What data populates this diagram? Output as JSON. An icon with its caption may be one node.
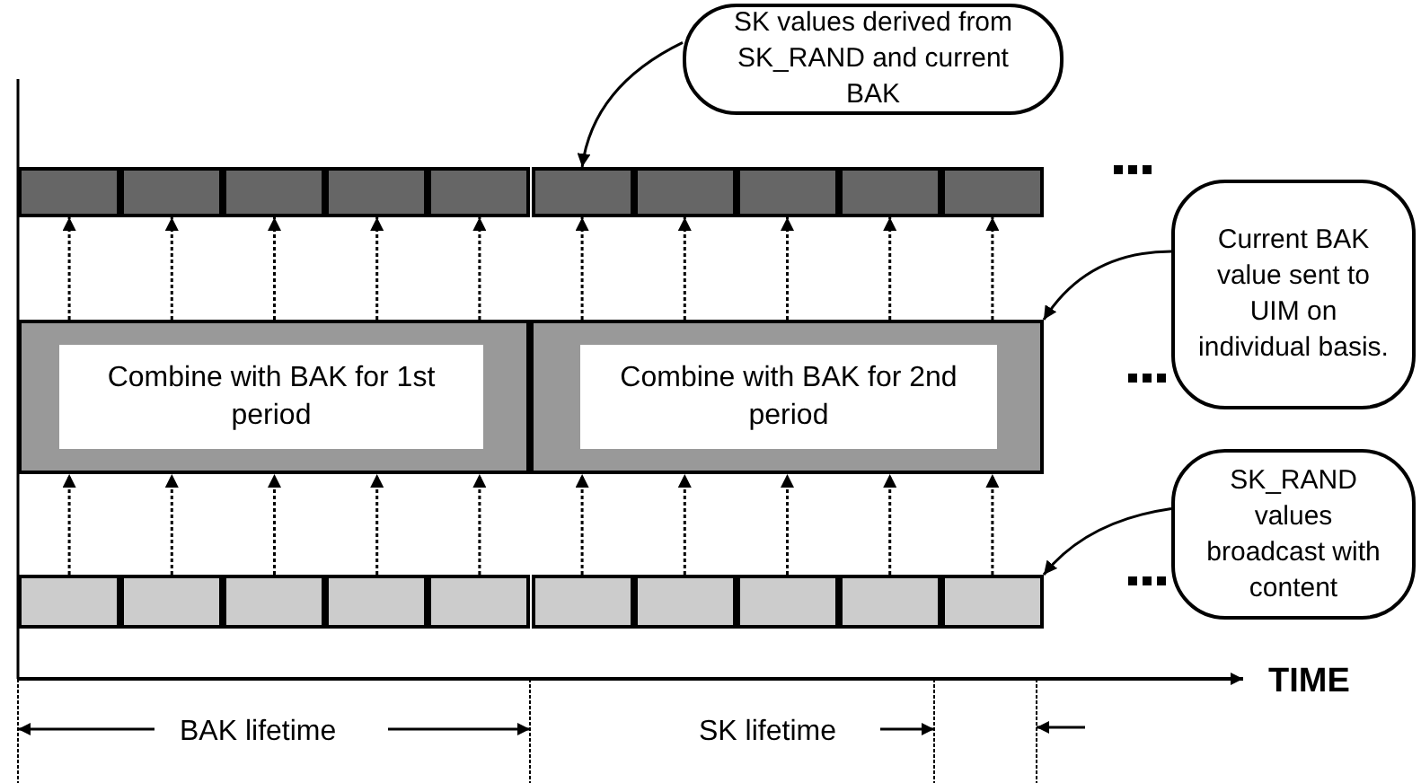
{
  "diagram": {
    "nodes": [
      {
        "text": [
          "SK values derived from SK_RAND and current BAK"
        ]
      },
      {
        "text": [],
        "shape": "box"
      },
      {
        "text": [],
        "shape": "box"
      },
      {
        "text": [],
        "shape": "box"
      },
      {
        "text": [],
        "shape": "box"
      },
      {
        "text": [],
        "shape": "box"
      },
      {
        "text": [],
        "shape": "box"
      },
      {
        "text": [],
        "shape": "box"
      },
      {
        "text": [],
        "shape": "box"
      },
      {
        "text": [],
        "shape": "box"
      },
      {
        "text": [],
        "shape": "box"
      },
      {
        "text": [
          "Current BAK value sent to UIM on individual basis."
        ]
      },
      {
        "text": [],
        "shape": "box"
      },
      {
        "text": [
          "Combine with BAK for 1st period"
        ],
        "in": 12
      },
      {
        "text": [],
        "shape": "box"
      },
      {
        "text": [
          "Combine with BAK for 2nd period"
        ],
        "in": 14
      },
      {
        "text": [
          "SK_RAND values broadcast with content"
        ]
      },
      {
        "text": [],
        "shape": "box"
      },
      {
        "text": [],
        "shape": "box"
      },
      {
        "text": [],
        "shape": "box"
      },
      {
        "text": [],
        "shape": "box"
      },
      {
        "text": [],
        "shape": "box"
      },
      {
        "text": [],
        "shape": "box"
      },
      {
        "text": [],
        "shape": "box"
      },
      {
        "text": [],
        "shape": "box"
      },
      {
        "text": [],
        "shape": "box"
      },
      {
        "text": [],
        "shape": "box"
      }
    ],
    "edges": [
      {
        "from": 0,
        "to": 6,
        "arrow": "to"
      },
      {
        "from": 11,
        "to": 14,
        "arrow": "to"
      },
      {
        "from": 16,
        "to": 26,
        "arrow": "to"
      },
      {
        "from": 17,
        "to": 12,
        "arrow": "to",
        "style": "dashed"
      },
      {
        "from": 18,
        "to": 12,
        "arrow": "to",
        "style": "dashed"
      },
      {
        "from": 19,
        "to": 12,
        "arrow": "to",
        "style": "dashed"
      },
      {
        "from": 20,
        "to": 12,
        "arrow": "to",
        "style": "dashed"
      },
      {
        "from": 21,
        "to": 12,
        "arrow": "to",
        "style": "dashed"
      },
      {
        "from": 22,
        "to": 14,
        "arrow": "to",
        "style": "dashed"
      },
      {
        "from": 23,
        "to": 14,
        "arrow": "to",
        "style": "dashed"
      },
      {
        "from": 24,
        "to": 14,
        "arrow": "to",
        "style": "dashed"
      },
      {
        "from": 25,
        "to": 14,
        "arrow": "to",
        "style": "dashed"
      },
      {
        "from": 26,
        "to": 14,
        "arrow": "to",
        "style": "dashed"
      },
      {
        "from": 12,
        "to": 1,
        "arrow": "to",
        "style": "dashed"
      },
      {
        "from": 12,
        "to": 2,
        "arrow": "to",
        "style": "dashed"
      },
      {
        "from": 12,
        "to": 3,
        "arrow": "to",
        "style": "dashed"
      },
      {
        "from": 12,
        "to": 4,
        "arrow": "to",
        "style": "dashed"
      },
      {
        "from": 12,
        "to": 5,
        "arrow": "to",
        "style": "dashed"
      },
      {
        "from": 14,
        "to": 6,
        "arrow": "to",
        "style": "dashed"
      },
      {
        "from": 14,
        "to": 7,
        "arrow": "to",
        "style": "dashed"
      },
      {
        "from": 14,
        "to": 8,
        "arrow": "to",
        "style": "dashed"
      },
      {
        "from": 14,
        "to": 9,
        "arrow": "to",
        "style": "dashed"
      },
      {
        "from": 14,
        "to": 10,
        "arrow": "to",
        "style": "dashed"
      }
    ],
    "labels": [
      "TIME",
      "BAK lifetime",
      "SK lifetime"
    ]
  }
}
